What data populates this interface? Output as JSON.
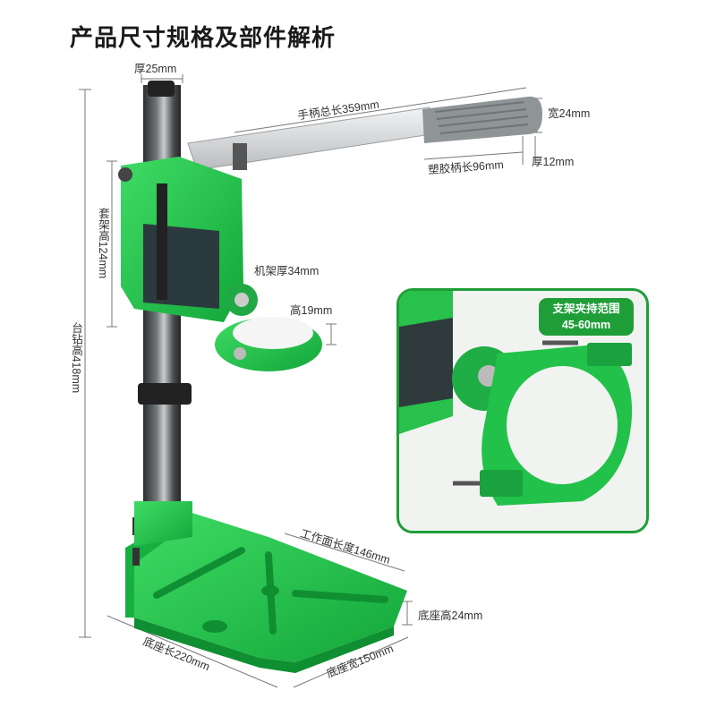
{
  "title": "产品尺寸规格及部件解析",
  "dimensions": {
    "column_thickness": "厚25mm",
    "handle_total_length": "手柄总长359mm",
    "handle_width": "宽24mm",
    "plastic_grip_length": "塑胶柄长96mm",
    "handle_thickness": "厚12mm",
    "carriage_height": "套架高124mm",
    "frame_thickness": "机架厚34mm",
    "clamp_height": "高19mm",
    "drill_stand_height": "台钻高418mm",
    "work_surface_length": "工作面长度146mm",
    "base_height": "底座高24mm",
    "base_length": "底座长220mm",
    "base_width": "底座宽150mm"
  },
  "inset": {
    "badge_line1": "支架夹持范围",
    "badge_line2": "45-60mm"
  },
  "colors": {
    "body_green": "#22c24a",
    "dark_green": "#1f9e38",
    "column_steel": "#3a3d40",
    "handle_steel": "#d9dcde",
    "grip_gray": "#8f9497"
  }
}
